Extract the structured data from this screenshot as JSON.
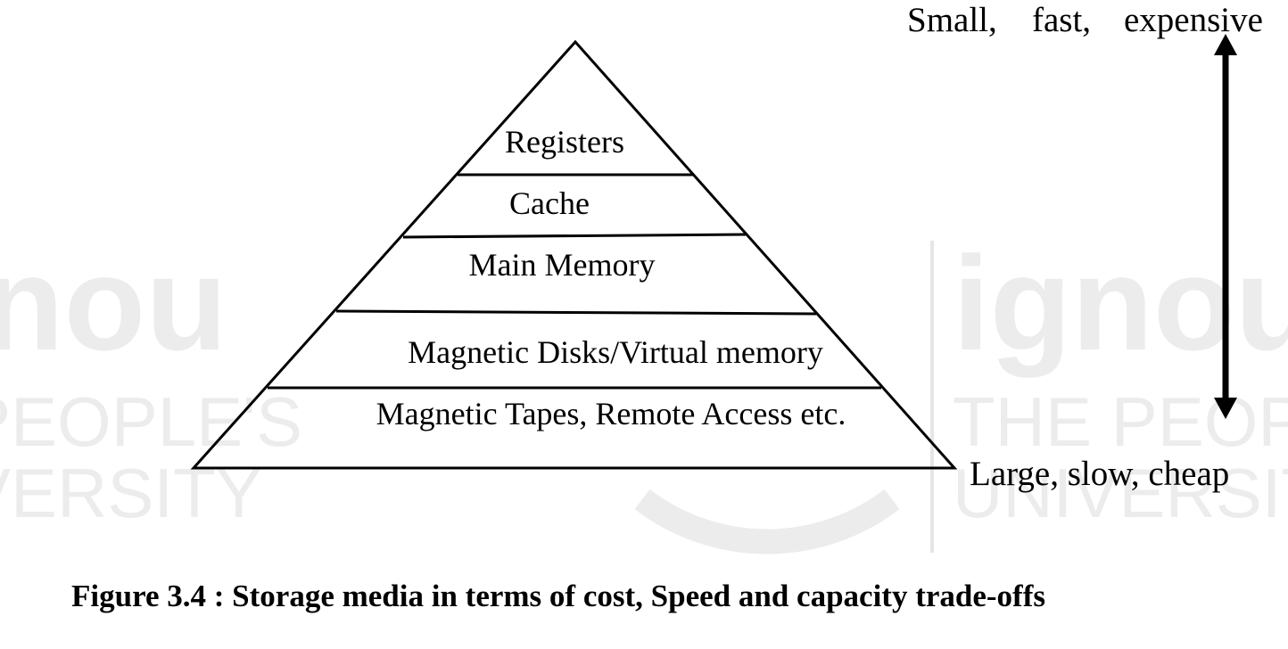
{
  "watermark": {
    "left_lines": [
      "nou",
      "PEOPLE'S",
      "VERSITY"
    ],
    "right_lines": [
      "ignou",
      "THE PEOPLE",
      "UNIVERSIT"
    ]
  },
  "pyramid": {
    "layers": [
      {
        "label": "Registers"
      },
      {
        "label": "Cache"
      },
      {
        "label": "Main Memory"
      },
      {
        "label": "Magnetic Disks/Virtual memory"
      },
      {
        "label": "Magnetic Tapes, Remote Access etc."
      }
    ]
  },
  "scale": {
    "top_words": [
      "Small,",
      "fast,",
      "expensive"
    ],
    "bottom_label": "Large, slow, cheap"
  },
  "caption": "Figure 3.4 : Storage media in terms of cost, Speed and capacity trade-offs"
}
